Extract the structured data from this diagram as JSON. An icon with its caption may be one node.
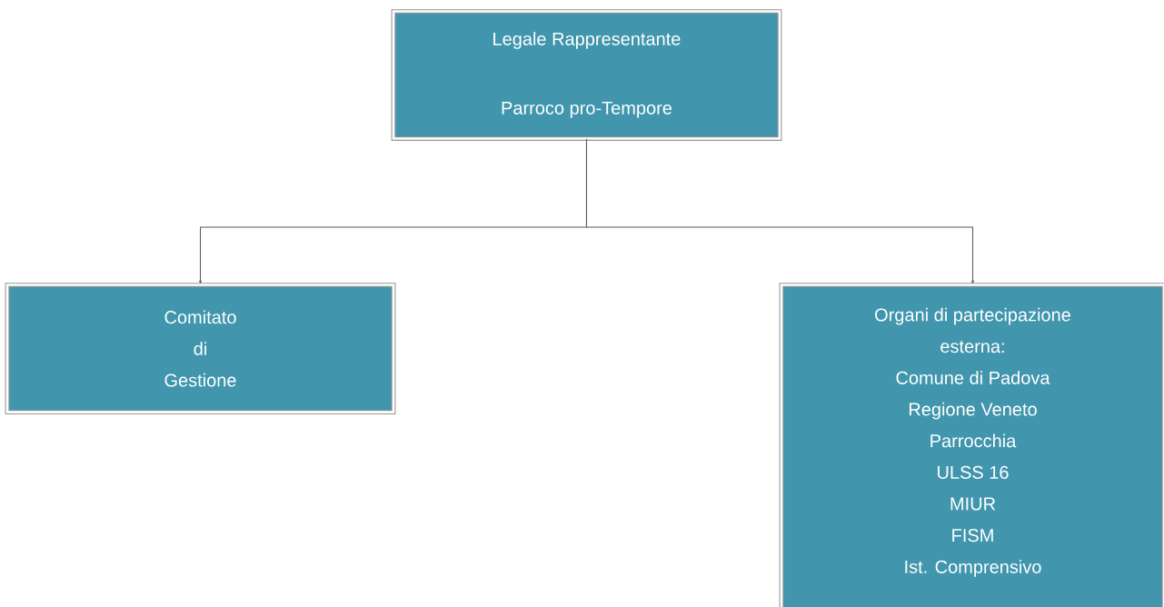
{
  "diagram": {
    "nodes": [
      {
        "text": [
          "Legale Rappresentante",
          "Parroco pro-Tempore"
        ]
      },
      {
        "text": [
          "Comitato di Gestione"
        ]
      },
      {
        "text": [
          "Organi di partecipazione esterna:",
          "Comune di Padova",
          "Regione Veneto",
          "Parrocchia",
          "ULSS 16",
          "MIUR",
          "FISM",
          "Ist. Comprensivo"
        ]
      }
    ],
    "edges": [
      {
        "from": 0,
        "to": 1,
        "arrow": "to"
      },
      {
        "from": 0,
        "to": 2,
        "arrow": "to"
      }
    ]
  }
}
